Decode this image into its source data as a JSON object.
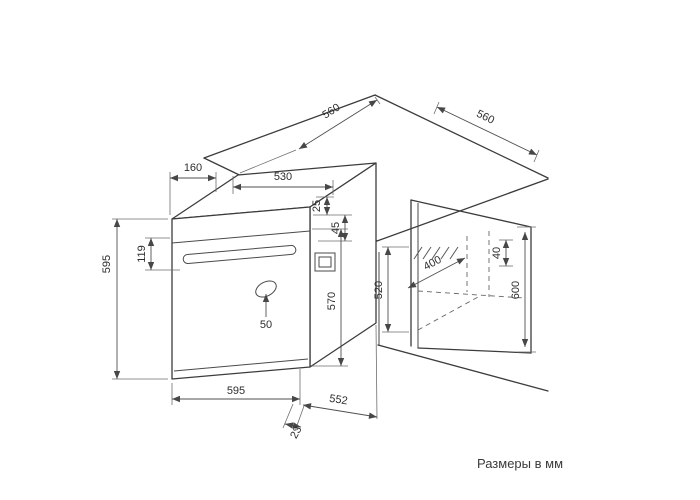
{
  "footer": {
    "note": "Размеры в мм"
  },
  "drawing": {
    "subject": "built-in oven installation dimensions",
    "unit": "mm",
    "dimensions": {
      "niche_depth": "560",
      "countertop_depth": "560",
      "top_offset": "160",
      "top_width": "530",
      "top_gap": "25",
      "panel_height": "45",
      "oven_height": "595",
      "handle_offset": "119",
      "handle_clearance": "50",
      "door_height": "570",
      "facade_height": "520",
      "niche_floor_depth": "400",
      "rear_gap": "40",
      "niche_height": "600",
      "oven_width": "595",
      "oven_depth": "552",
      "door_thickness": "23"
    }
  }
}
